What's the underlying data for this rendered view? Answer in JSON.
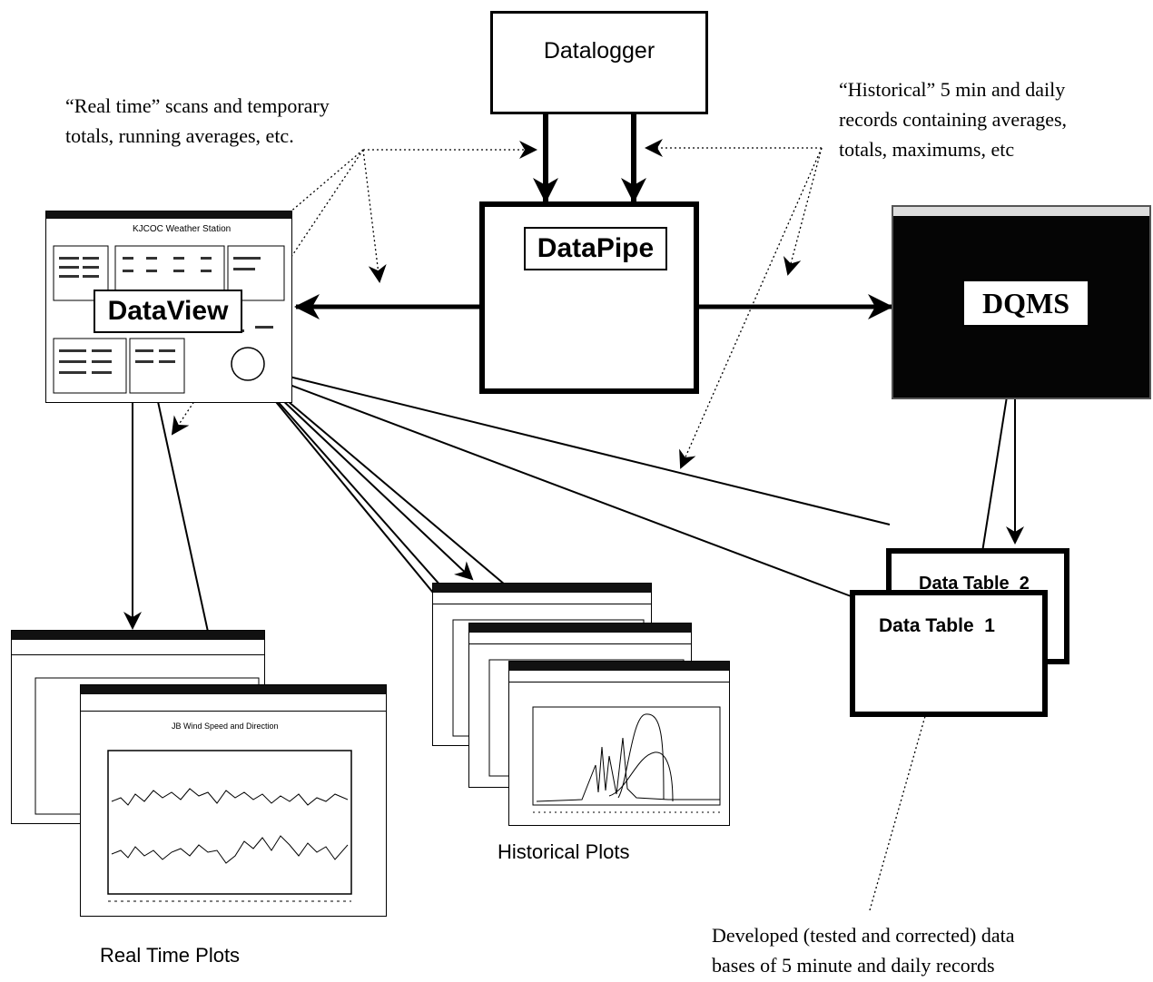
{
  "nodes": {
    "datalogger": "Datalogger",
    "datapipe": "DataPipe",
    "dataview": "DataView",
    "dqms": "DQMS",
    "table2": "Data Table  2",
    "table1": "Data Table  1"
  },
  "dataview_window": {
    "title": "KJCOC Weather Station"
  },
  "notes": {
    "realtime_line1": "“Real time” scans and temporary",
    "realtime_line2": "totals, running averages, etc.",
    "historical_line1": "“Historical”  5 min and daily",
    "historical_line2": "records containing averages,",
    "historical_line3": "totals, maximums, etc",
    "developed_line1": "Developed (tested and corrected)  data",
    "developed_line2": "bases of 5 minute and daily records"
  },
  "captions": {
    "realtime_plots": "Real Time Plots",
    "historical_plots": "Historical Plots"
  },
  "realtime_window": {
    "title": "JB Wind Speed and Direction"
  }
}
